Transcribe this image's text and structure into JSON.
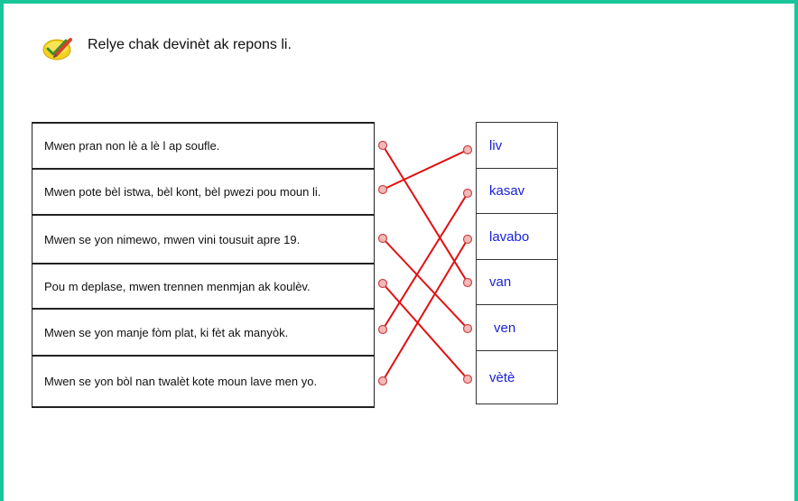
{
  "instruction": {
    "icon": "pencil-check-icon",
    "text": "Relye chak devinèt ak repons li."
  },
  "riddles": [
    "Mwen pran non lè a lè l ap soufle.",
    "Mwen pote bèl istwa, bèl kont, bèl pwezi pou moun li.",
    "Mwen se yon nimewo, mwen vini tousuit apre 19.",
    "Pou m deplase, mwen trennen menmjan ak koulèv.",
    "Mwen se yon manje fòm plat, ki fèt ak manyòk.",
    "Mwen se yon bòl nan twalèt kote moun lave men yo."
  ],
  "answers": [
    "liv",
    "kasav",
    "lavabo",
    "van",
    "ven",
    "vètè"
  ],
  "connections": [
    {
      "riddle": 0,
      "answer": 3
    },
    {
      "riddle": 1,
      "answer": 0
    },
    {
      "riddle": 2,
      "answer": 4
    },
    {
      "riddle": 3,
      "answer": 5
    },
    {
      "riddle": 4,
      "answer": 1
    },
    {
      "riddle": 5,
      "answer": 2
    }
  ],
  "colors": {
    "frame": "#19c69b",
    "line": "#e01010",
    "answer_text": "#1a22d8",
    "dot_fill": "#f2b9b9",
    "dot_stroke": "#c94545"
  }
}
